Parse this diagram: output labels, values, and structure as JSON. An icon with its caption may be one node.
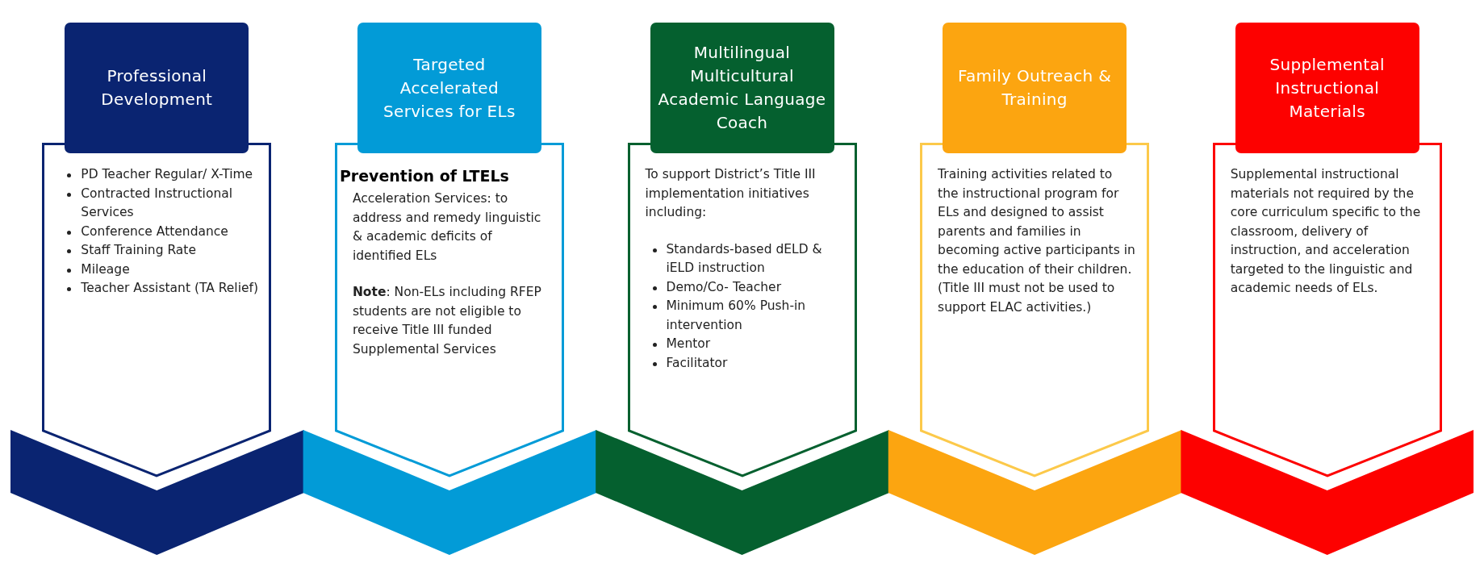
{
  "diagram": {
    "nodes": [
      {
        "text": [
          "Professional Development"
        ]
      },
      {
        "text": [
          "PD Teacher Regular/ X-Time",
          "Contracted Instructional Services",
          "Conference Attendance",
          "Staff Training Rate",
          "Mileage",
          "Teacher Assistant (TA Relief)"
        ]
      },
      {
        "text": [
          "Targeted Accelerated Services for ELs"
        ]
      },
      {
        "text": [
          "Prevention of LTELs",
          "Acceleration Services: to address and remedy linguistic & academic deficits of identified ELs",
          "**Note**: Non-ELs including RFEP students are not eligible to receive Title III funded Supplemental Services"
        ]
      },
      {
        "text": [
          "Multilingual Multicultural Academic Language Coach"
        ]
      },
      {
        "text": [
          "To support District’s Title III implementation initiatives including:",
          "Standards-based dELD & iELD instruction",
          "Demo/Co- Teacher",
          "Minimum 60% Push-in intervention",
          "Mentor",
          "Facilitator"
        ]
      },
      {
        "text": [
          "Family Outreach & Training"
        ]
      },
      {
        "text": [
          "Training activities related to the instructional program for ELs and designed to assist parents and families in becoming active participants in the education of their children. (Title III must not be used to support ELAC activities.)"
        ]
      },
      {
        "text": [
          "Supplemental Instructional Materials"
        ]
      },
      {
        "text": [
          "Supplemental instructional materials not required by the core curriculum specific to the classroom, delivery of instruction, and acceleration targeted to the linguistic and academic needs of ELs."
        ]
      },
      {
        "text": [],
        "shape": "chevron"
      },
      {
        "text": [],
        "shape": "chevron"
      },
      {
        "text": [],
        "shape": "chevron"
      },
      {
        "text": [],
        "shape": "chevron"
      },
      {
        "text": [],
        "shape": "chevron"
      }
    ]
  }
}
